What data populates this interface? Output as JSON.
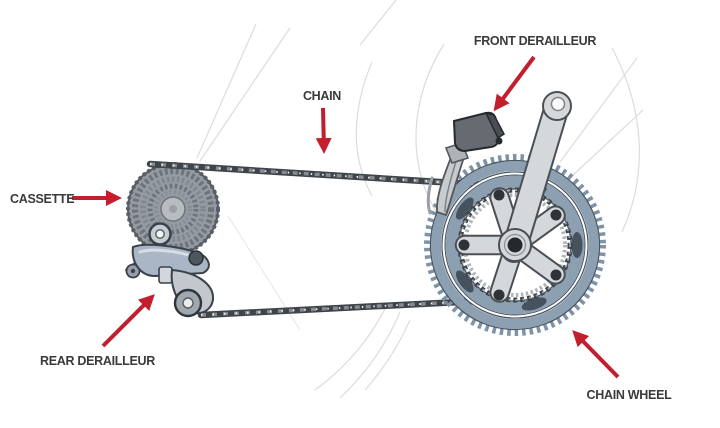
{
  "diagram": {
    "type": "labeled-illustration",
    "subject": "Bicycle drivetrain components",
    "colors": {
      "arrow": "#C21E2E",
      "label_text": "#3A3A3A",
      "chainring_blue": "#8CA0B2",
      "metal_light": "#D5D8DA",
      "chain_dark": "#3F434A",
      "background": "#FFFFFF"
    },
    "labels": [
      {
        "id": "front-derailleur",
        "text": "FRONT DERAILLEUR"
      },
      {
        "id": "chain",
        "text": "CHAIN"
      },
      {
        "id": "cassette",
        "text": "CASSETTE"
      },
      {
        "id": "rear-derailleur",
        "text": "REAR DERAILLEUR"
      },
      {
        "id": "chain-wheel",
        "text": "CHAIN WHEEL"
      }
    ]
  }
}
